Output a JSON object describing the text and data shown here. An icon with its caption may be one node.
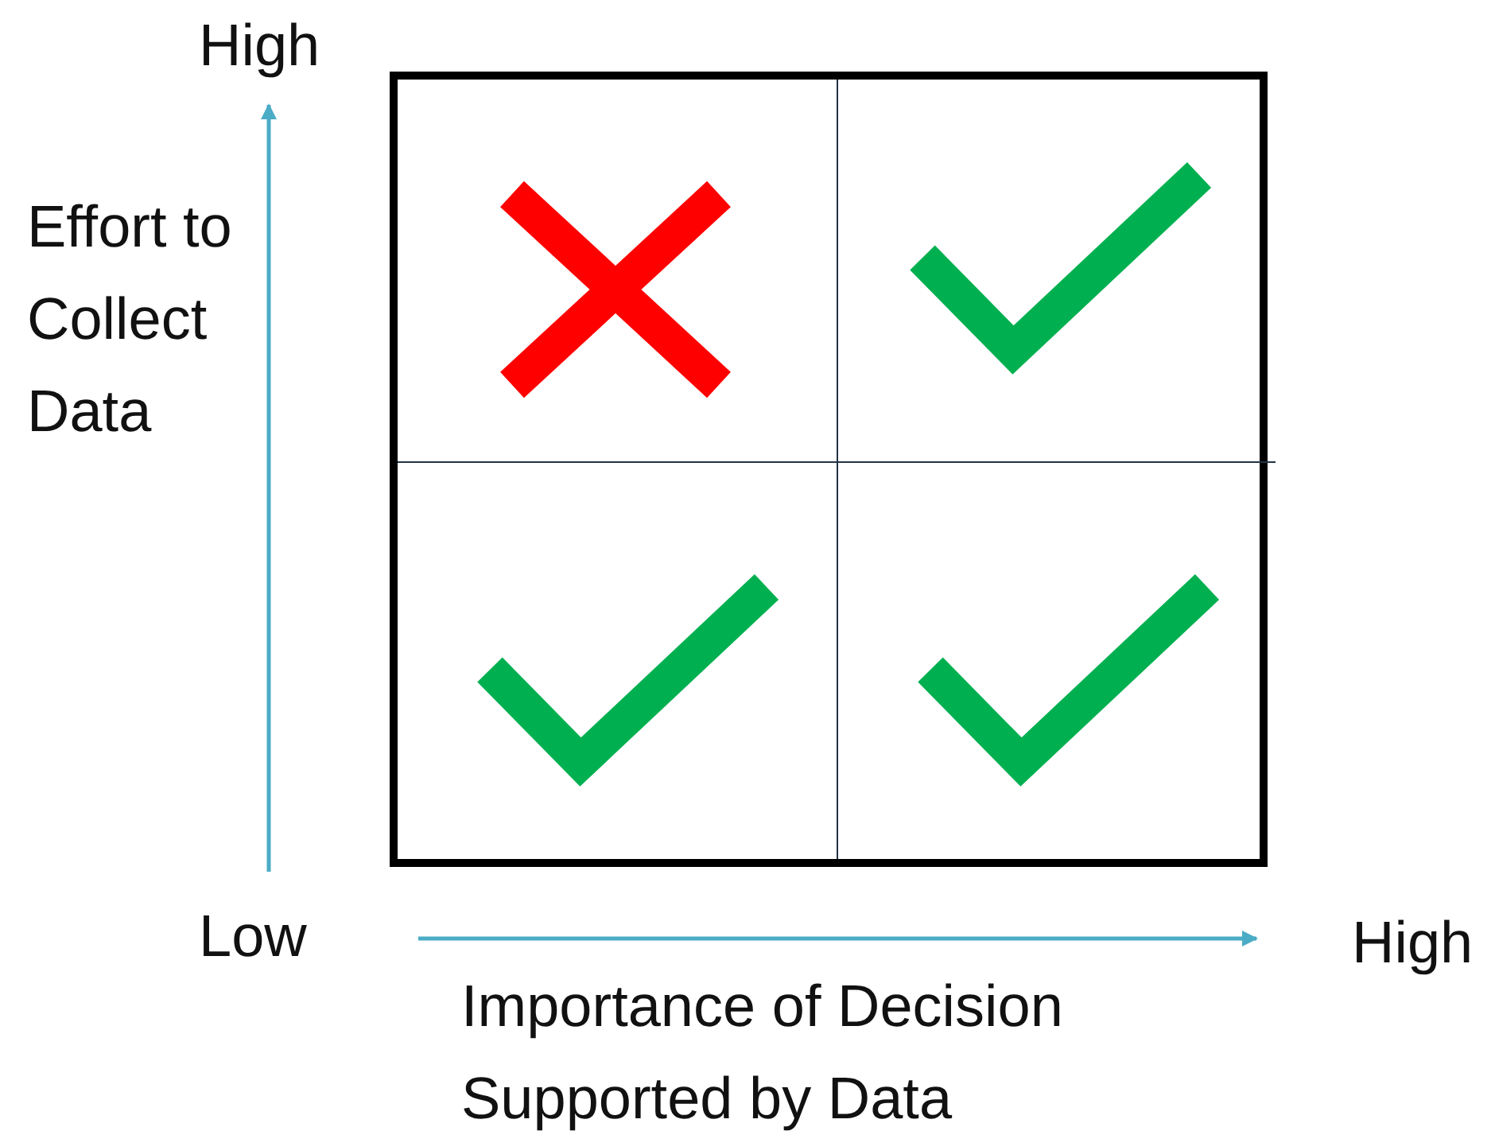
{
  "diagram": {
    "nodes": [
      {
        "text": [],
        "shape": "box"
      },
      {
        "text": [],
        "shape": "box",
        "in": 0
      },
      {
        "text": [],
        "shape": "box",
        "in": 0
      },
      {
        "text": [],
        "shape": "box",
        "in": 0
      },
      {
        "text": [],
        "shape": "box",
        "in": 0
      },
      {
        "text": [],
        "shape": "cross",
        "in": 1
      },
      {
        "text": [],
        "shape": "check",
        "in": 2
      },
      {
        "text": [],
        "shape": "check",
        "in": 3
      },
      {
        "text": [],
        "shape": "check",
        "in": 4
      }
    ],
    "labels": [
      "High",
      "Effort to Collect Data",
      "Low",
      "High",
      "Importance of Decision Supported by Data"
    ]
  }
}
